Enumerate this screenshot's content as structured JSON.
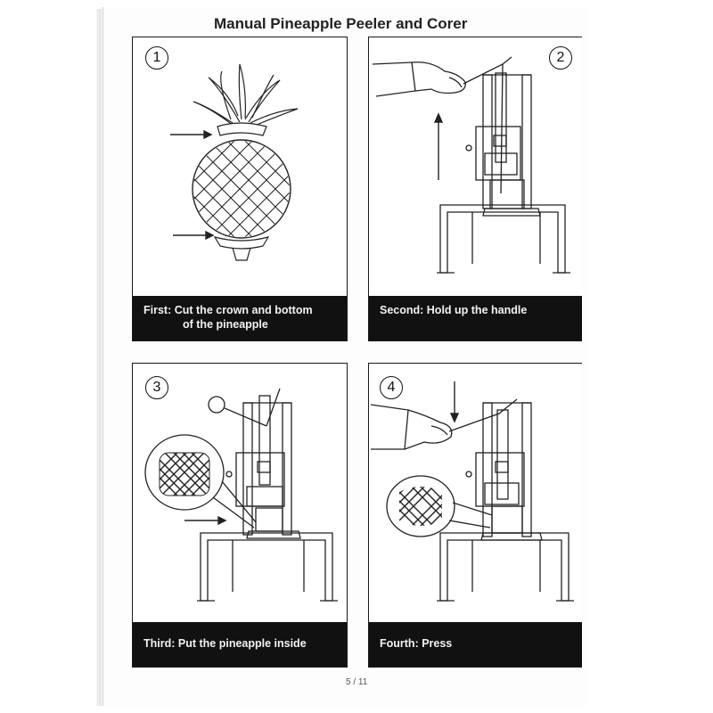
{
  "document": {
    "title": "Manual Pineapple Peeler and Corer",
    "page_number": "5 / 11"
  },
  "steps": [
    {
      "number": "1",
      "caption_line1": "First: Cut the crown and bottom",
      "caption_line2": "of the pineapple"
    },
    {
      "number": "2",
      "caption_line1": "Second: Hold up the handle",
      "caption_line2": ""
    },
    {
      "number": "3",
      "caption_line1": "Third:  Put the pineapple inside",
      "caption_line2": ""
    },
    {
      "number": "4",
      "caption_line1": "Fourth:  Press",
      "caption_line2": ""
    }
  ]
}
